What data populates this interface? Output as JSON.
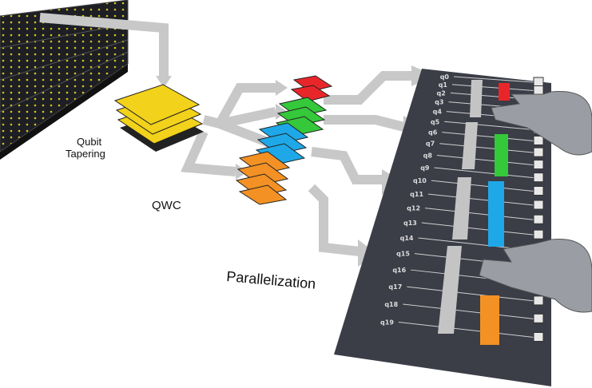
{
  "labels": {
    "qubit_tapering_1": "Qubit",
    "qubit_tapering_2": "Tapering",
    "qwc": "QWC",
    "parallelization": "Parallelization"
  },
  "qubits": [
    "q0",
    "q1",
    "q2",
    "q3",
    "q4",
    "q5",
    "q6",
    "q7",
    "q8",
    "q9",
    "q10",
    "q11",
    "q12",
    "q13",
    "q14",
    "q15",
    "q16",
    "q17",
    "q18",
    "q19"
  ],
  "colors": {
    "chip": "#1d1f24",
    "tapered": "#f2d21a",
    "red": "#e8262a",
    "green": "#35c83a",
    "blue": "#1ea8e8",
    "orange": "#f39124",
    "board": "#3b3d47",
    "arrow": "#c8c8c8"
  }
}
